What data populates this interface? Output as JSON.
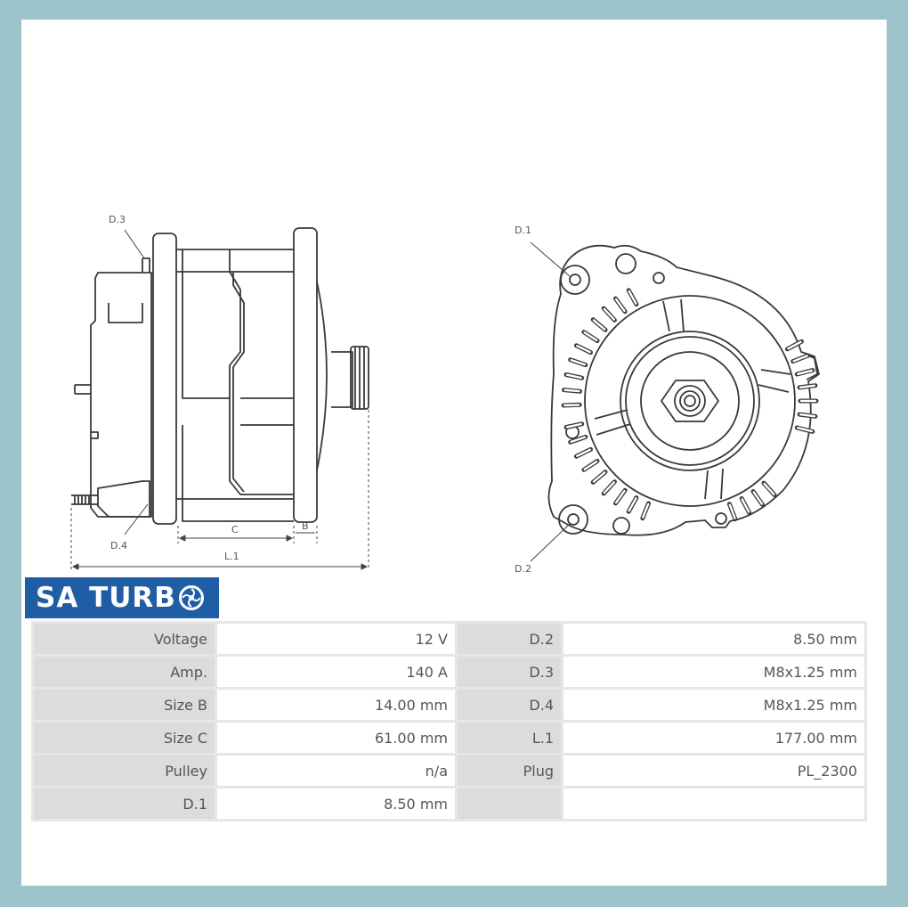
{
  "diagram": {
    "labels": {
      "d3": "D.3",
      "d4": "D.4",
      "c": "C",
      "b": "B",
      "l1": "L.1",
      "d1": "D.1",
      "d2": "D.2"
    }
  },
  "brand": {
    "name": "SA TURB",
    "icon": "turbo-icon",
    "color": "#1f5ea5"
  },
  "specs": [
    {
      "k1": "Voltage",
      "v1": "12 V",
      "k2": "D.2",
      "v2": "8.50 mm"
    },
    {
      "k1": "Amp.",
      "v1": "140 A",
      "k2": "D.3",
      "v2": "M8x1.25 mm"
    },
    {
      "k1": "Size B",
      "v1": "14.00 mm",
      "k2": "D.4",
      "v2": "M8x1.25 mm"
    },
    {
      "k1": "Size C",
      "v1": "61.00 mm",
      "k2": "L.1",
      "v2": "177.00 mm"
    },
    {
      "k1": "Pulley",
      "v1": "n/a",
      "k2": "Plug",
      "v2": "PL_2300"
    },
    {
      "k1": "D.1",
      "v1": "8.50 mm",
      "k2": "",
      "v2": ""
    }
  ]
}
